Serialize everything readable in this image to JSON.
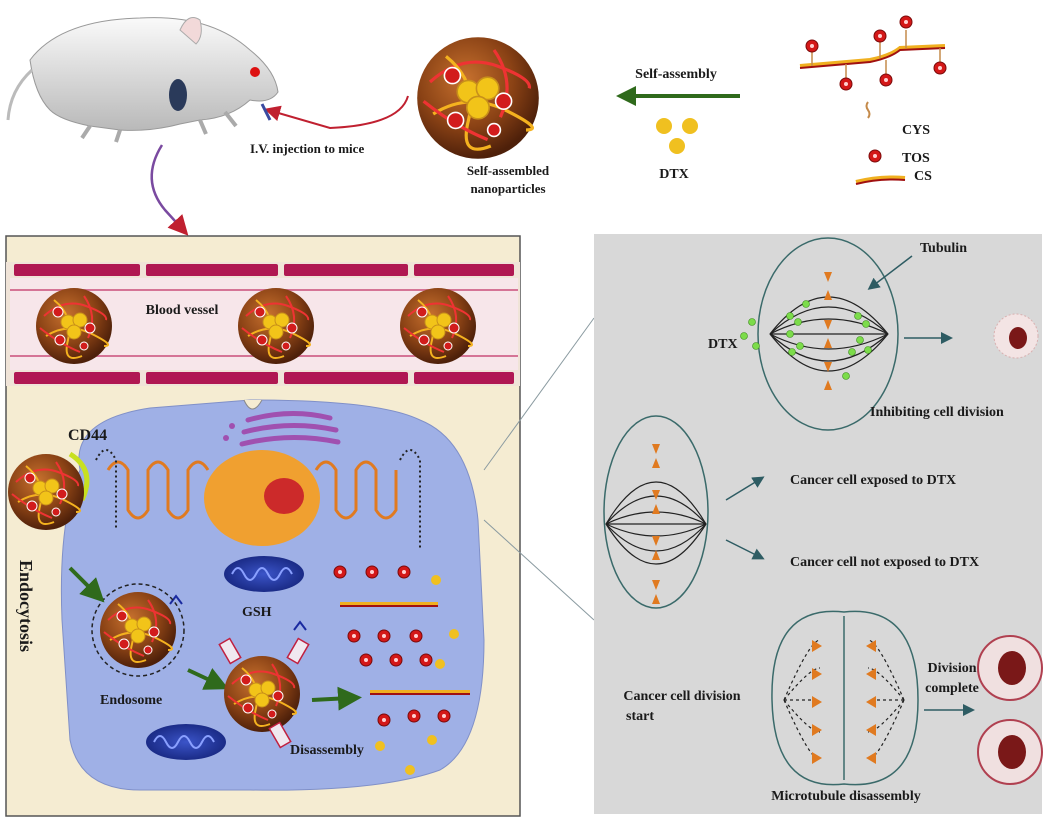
{
  "top": {
    "iv_injection": "I.V. injection to mice",
    "self_assembled_line1": "Self-assembled",
    "self_assembled_line2": "nanoparticles",
    "self_assembly": "Self-assembly",
    "dtx": "DTX"
  },
  "legend": {
    "cys": "CYS",
    "tos": "TOS",
    "cs": "CS"
  },
  "left_panel": {
    "blood_vessel": "Blood vessel",
    "cd44": "CD44",
    "endocytosis": "Endocytosis",
    "gsh": "GSH",
    "endosome": "Endosome",
    "disassembly": "Disassembly"
  },
  "right_panel": {
    "tubulin": "Tubulin",
    "dtx": "DTX",
    "inhibiting": "Inhibiting cell division",
    "exposed": "Cancer cell exposed to DTX",
    "not_exposed": "Cancer cell not exposed to DTX",
    "division_start_line1": "Cancer cell division",
    "division_start_line2": "start",
    "division_complete_line1": "Division",
    "division_complete_line2": "complete",
    "microtubule": "Microtubule disassembly"
  },
  "colors": {
    "particle": "#7a3a12",
    "tos": "#cc1a1a",
    "dtx": "#f0c020",
    "vessel": "#b01852",
    "cell": "#9fb0e6",
    "right_bg": "#d8d8d8",
    "arrow_green": "#2f6a1c"
  }
}
